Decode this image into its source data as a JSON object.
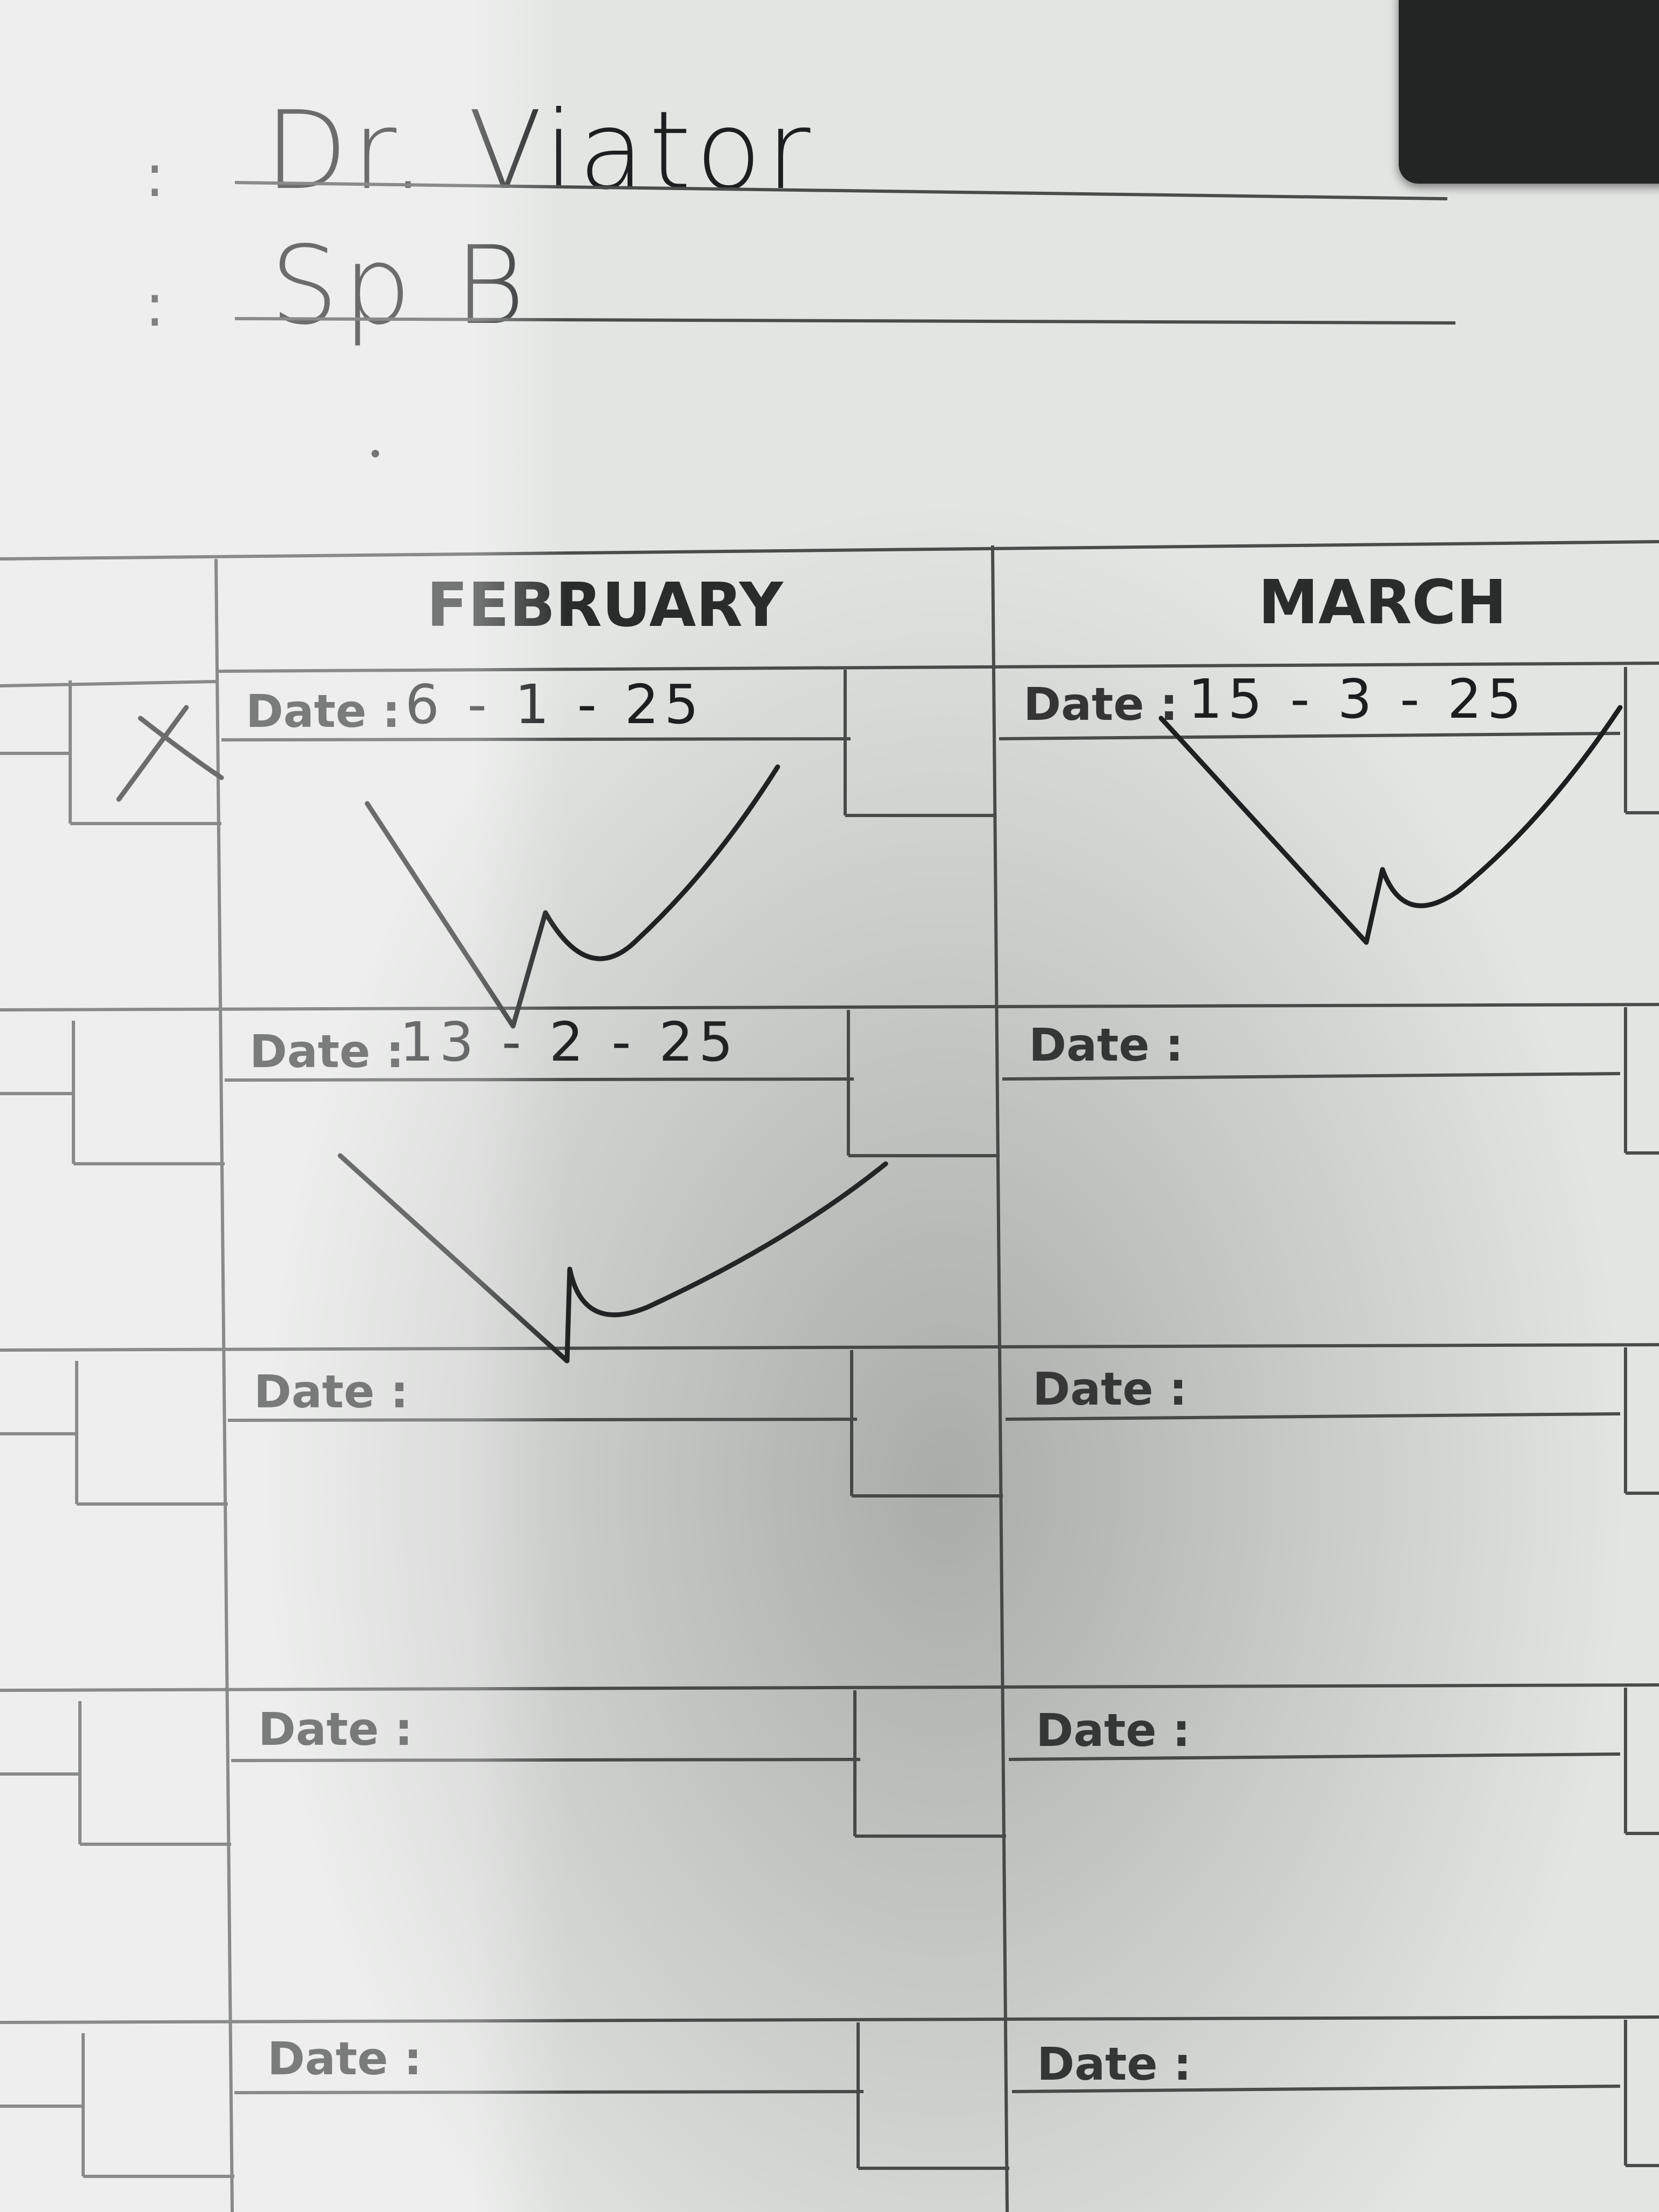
{
  "header": {
    "doctor_colon": ":",
    "doctor_name": "Dr. Viator",
    "specialty_colon": ":",
    "specialty": "Sp B"
  },
  "months": [
    {
      "name": "FEBRUARY",
      "rows": [
        {
          "label": "Date :",
          "value": "6 - 1 - 25",
          "signed": true
        },
        {
          "label": "Date :",
          "value": "13 - 2 - 25",
          "signed": true
        },
        {
          "label": "Date :",
          "value": "",
          "signed": false
        },
        {
          "label": "Date :",
          "value": "",
          "signed": false
        },
        {
          "label": "Date :",
          "value": "",
          "signed": false
        }
      ]
    },
    {
      "name": "MARCH",
      "rows": [
        {
          "label": "Date :",
          "value": "15 - 3 - 25",
          "signed": true
        },
        {
          "label": "Date :",
          "value": "",
          "signed": false
        },
        {
          "label": "Date :",
          "value": "",
          "signed": false
        },
        {
          "label": "Date :",
          "value": "",
          "signed": false
        },
        {
          "label": "Date :",
          "value": "",
          "signed": false
        }
      ]
    }
  ],
  "colors": {
    "paper": "#e3e5e3",
    "ink": "#1d1e1f",
    "rule": "#4a4c4b"
  }
}
